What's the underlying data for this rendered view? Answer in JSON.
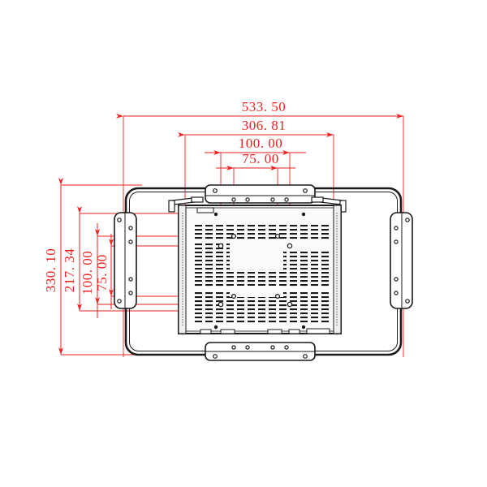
{
  "drawing": {
    "type": "mechanical-technical-drawing",
    "view": "rear view",
    "subject": "open-frame LCD monitor with VESA mounting brackets",
    "units": "mm",
    "background_color": "#ffffff",
    "line_color": "#1a1a1a",
    "dimension_color": "#ee2222"
  },
  "dimensions": {
    "horizontal": [
      {
        "id": "overall-width",
        "label": "533. 50",
        "value": 533.5,
        "orientation": "horizontal"
      },
      {
        "id": "bracket-span-width",
        "label": "306. 81",
        "value": 306.81,
        "orientation": "horizontal"
      },
      {
        "id": "vesa-100-width",
        "label": "100. 00",
        "value": 100.0,
        "orientation": "horizontal"
      },
      {
        "id": "vesa-75-width",
        "label": "75. 00",
        "value": 75.0,
        "orientation": "horizontal"
      }
    ],
    "vertical": [
      {
        "id": "overall-height",
        "label": "330. 10",
        "value": 330.1,
        "orientation": "vertical"
      },
      {
        "id": "bracket-span-height",
        "label": "217. 34",
        "value": 217.34,
        "orientation": "vertical"
      },
      {
        "id": "vesa-100-height",
        "label": "100. 00",
        "value": 100.0,
        "orientation": "vertical"
      },
      {
        "id": "vesa-75-height",
        "label": "75. 00",
        "value": 75.0,
        "orientation": "vertical"
      }
    ]
  },
  "components": {
    "outer_frame": "rounded rectangular mounting frame",
    "side_brackets": "two vertical mounting plates with screw holes",
    "top_bracket": "horizontal mounting bar with screw holes",
    "bottom_bracket": "horizontal mounting bar with screw holes",
    "monitor_body": "rear chassis with ventilation slot array",
    "vesa_holes": "75mm and 100mm square hole patterns",
    "hinge_arms": "two angled support arms at top of chassis"
  }
}
